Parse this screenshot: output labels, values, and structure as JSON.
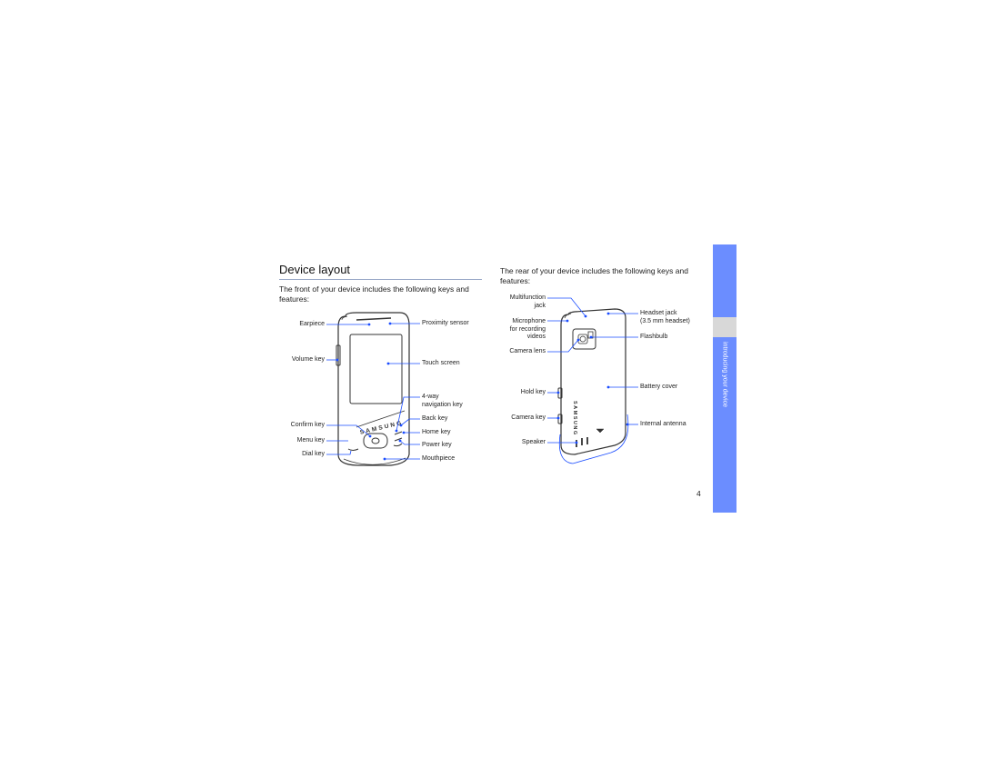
{
  "section_title": "Device layout",
  "front": {
    "intro_line1": "The front of your device includes the following keys and",
    "intro_line2": "features:",
    "labels": {
      "earpiece": "Earpiece",
      "volume_key": "Volume key",
      "confirm_key": "Confirm key",
      "menu_key": "Menu key",
      "dial_key": "Dial key",
      "proximity_sensor": "Proximity sensor",
      "touch_screen": "Touch screen",
      "nav_key_line1": "4-way",
      "nav_key_line2": "navigation key",
      "back_key": "Back key",
      "home_key": "Home key",
      "power_key": "Power key",
      "mouthpiece": "Mouthpiece"
    },
    "brand_logo": "SAMSUNG"
  },
  "rear": {
    "intro_line1": "The rear of your device includes the following keys and",
    "intro_line2": "features:",
    "labels": {
      "multifunction_line1": "Multifunction",
      "multifunction_line2": "jack",
      "microphone_line1": "Microphone",
      "microphone_line2": "for recording",
      "microphone_line3": "videos",
      "camera_lens": "Camera lens",
      "hold_key": "Hold key",
      "camera_key": "Camera key",
      "speaker": "Speaker",
      "headset_line1": "Headset jack",
      "headset_line2": "(3.5 mm headset)",
      "flashbulb": "Flashbulb",
      "battery_cover": "Battery cover",
      "internal_antenna": "Internal antenna"
    },
    "brand_logo": "SAMSUNG"
  },
  "side_tab": {
    "text": "introducing your device",
    "color": "#6b8dff"
  },
  "page_number": "4",
  "colors": {
    "callout": "#1a4cff",
    "outline": "#333333"
  }
}
